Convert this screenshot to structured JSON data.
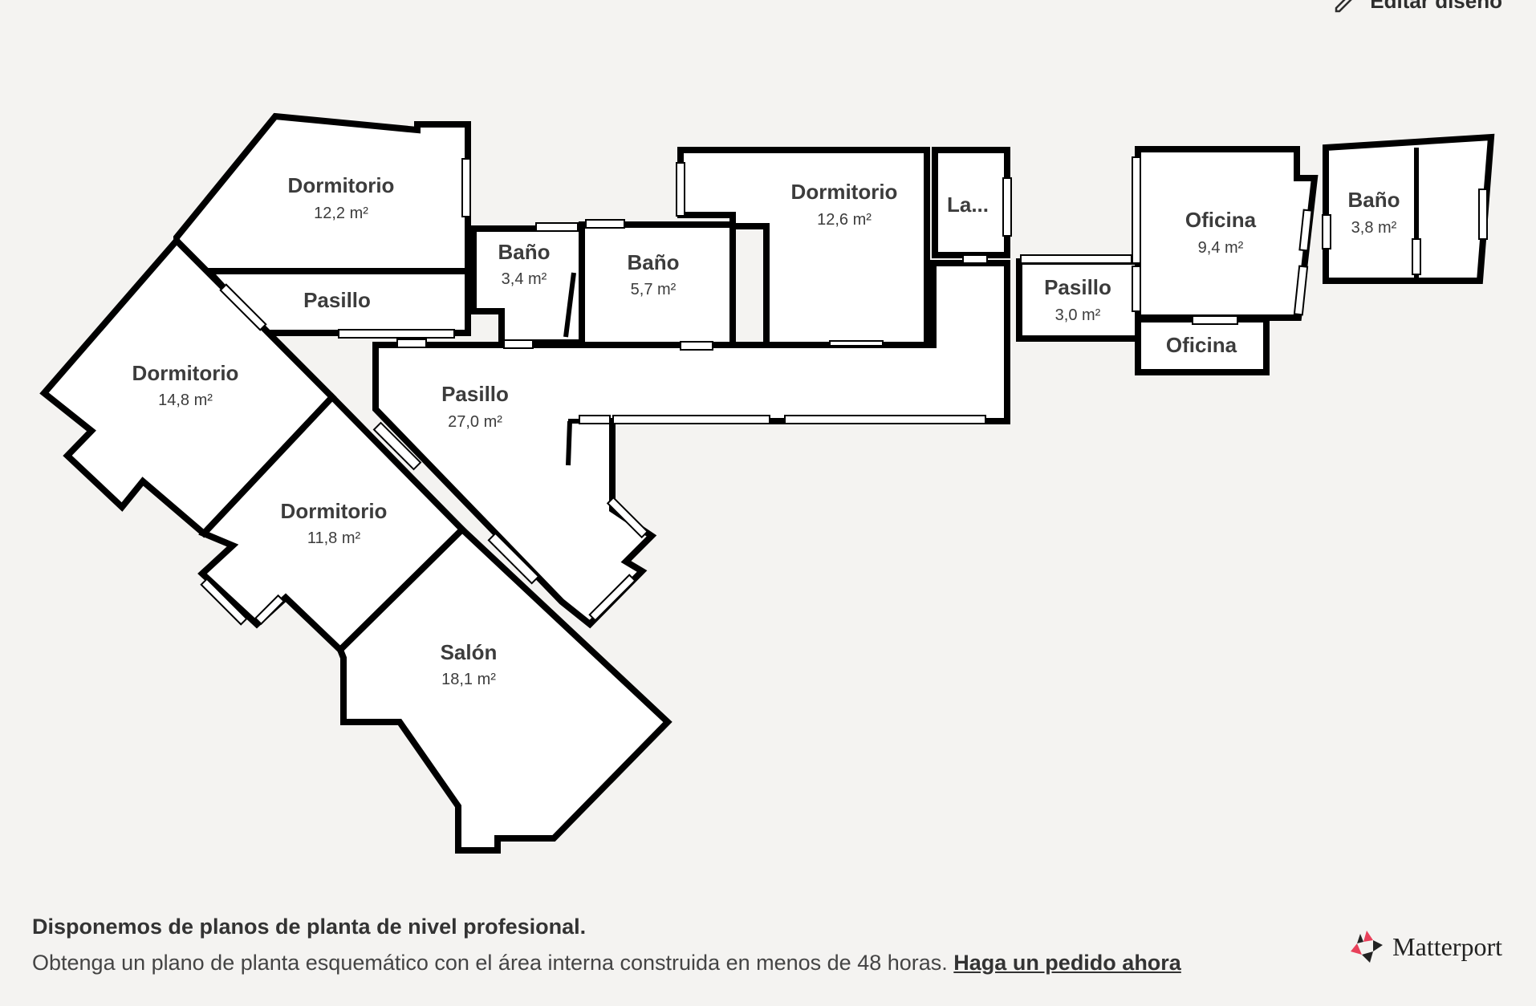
{
  "header": {
    "edit_label": "Editar diseño"
  },
  "rooms": {
    "dorm1": {
      "name": "Dormitorio",
      "area": "12,2 m²"
    },
    "pasillo_small": {
      "name": "Pasillo"
    },
    "dorm2": {
      "name": "Dormitorio",
      "area": "14,8 m²"
    },
    "dorm3": {
      "name": "Dormitorio",
      "area": "11,8 m²"
    },
    "salon": {
      "name": "Salón",
      "area": "18,1 m²"
    },
    "bano1": {
      "name": "Baño",
      "area": "3,4 m²"
    },
    "bano2": {
      "name": "Baño",
      "area": "5,7 m²"
    },
    "pasillo_main": {
      "name": "Pasillo",
      "area": "27,0 m²"
    },
    "dorm4": {
      "name": "Dormitorio",
      "area": "12,6 m²"
    },
    "lavanderia": {
      "name": "La..."
    },
    "pasillo_right": {
      "name": "Pasillo",
      "area": "3,0 m²"
    },
    "oficina1": {
      "name": "Oficina",
      "area": "9,4 m²"
    },
    "oficina2": {
      "name": "Oficina"
    },
    "bano3": {
      "name": "Baño",
      "area": "3,8 m²"
    }
  },
  "footer": {
    "title": "Disponemos de planos de planta de nivel profesional.",
    "description": "Obtenga un plano de planta esquemático con el área interna construida en menos de 48 horas.",
    "link": "Haga un pedido ahora"
  },
  "brand": {
    "name": "Matterport",
    "colors": [
      "#e8405a",
      "#222222"
    ]
  }
}
